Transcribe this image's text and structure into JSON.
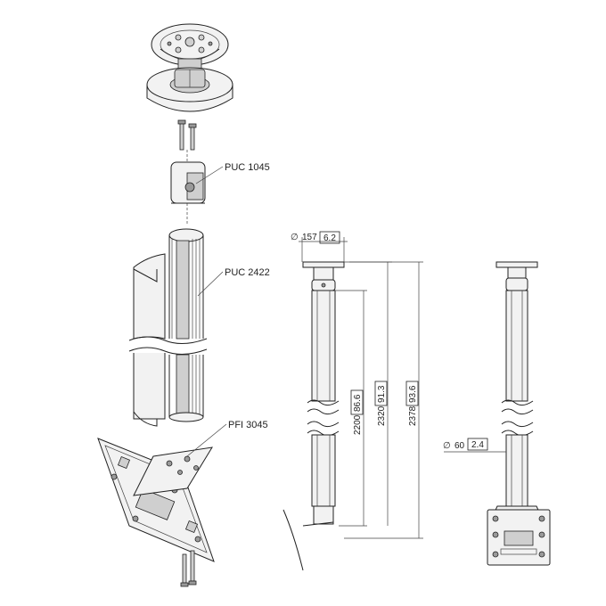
{
  "parts": {
    "ceiling_plate": "PUC 1045",
    "pole": "PUC 2422",
    "interface": "PFI 3045"
  },
  "dimensions": {
    "plate_diameter_mm": "157",
    "plate_diameter_in": "6.2",
    "pole_diameter_mm": "60",
    "pole_diameter_in": "2.4",
    "height_1_mm": "2200",
    "height_1_in": "86.6",
    "height_2_mm": "2320",
    "height_2_in": "91.3",
    "height_3_mm": "2378",
    "height_3_in": "93.6"
  },
  "symbols": {
    "diameter": "∅"
  }
}
